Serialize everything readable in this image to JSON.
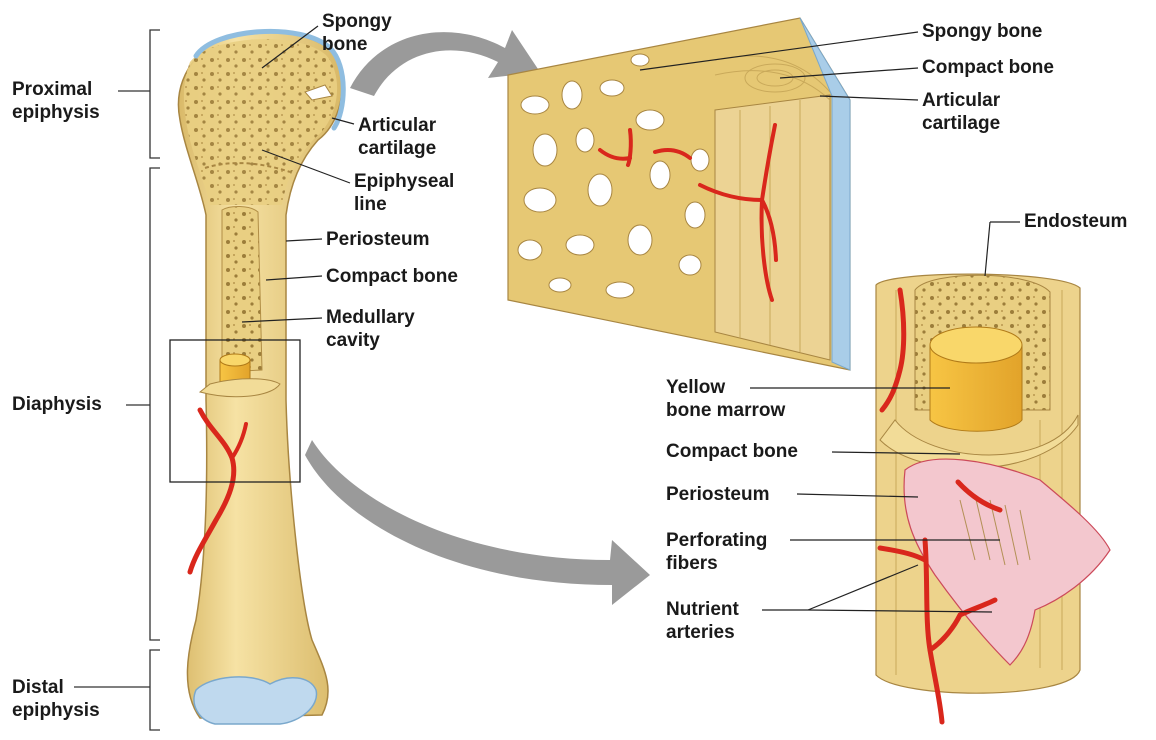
{
  "labels": {
    "proximal_epiphysis": [
      "Proximal",
      "epiphysis"
    ],
    "diaphysis": "Diaphysis",
    "distal_epiphysis": [
      "Distal",
      "epiphysis"
    ],
    "spongy_bone_long": [
      "Spongy",
      "bone"
    ],
    "articular_cartilage_long": [
      "Articular",
      "cartilage"
    ],
    "epiphyseal_line": [
      "Epiphyseal",
      "line"
    ],
    "periosteum_long": "Periosteum",
    "compact_bone_long": "Compact bone",
    "medullary_cavity": [
      "Medullary",
      "cavity"
    ],
    "spongy_bone_detail": "Spongy bone",
    "compact_bone_detail": "Compact bone",
    "articular_cartilage_detail": [
      "Articular",
      "cartilage"
    ],
    "endosteum": "Endosteum",
    "yellow_bone_marrow": [
      "Yellow",
      "bone marrow"
    ],
    "compact_bone_shaft": "Compact bone",
    "periosteum_shaft": "Periosteum",
    "perforating_fibers": [
      "Perforating",
      "fibers"
    ],
    "nutrient_arteries": [
      "Nutrient",
      "arteries"
    ]
  },
  "colors": {
    "bone": "#efd68e",
    "bone_dark": "#c9a95a",
    "cartilage": "#a9cde8",
    "artery": "#d9271c",
    "periosteum": "#e27a86",
    "marrow": "#f4bb33",
    "arrow": "#9a9a9a",
    "line": "#222222"
  }
}
